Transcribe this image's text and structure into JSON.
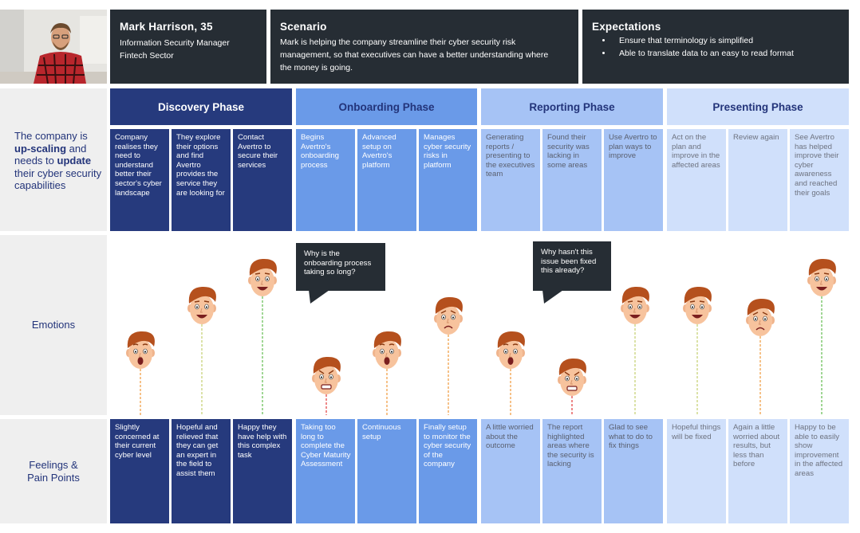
{
  "persona": {
    "photo_alt": "Mark Harrison photo",
    "name": "Mark Harrison, 35",
    "role": "Information Security Manager",
    "sector": "Fintech Sector"
  },
  "scenario": {
    "title": "Scenario",
    "text": "Mark is helping the company streamline their cyber security risk management, so that executives can have a better understanding where the money is going."
  },
  "expectations": {
    "title": "Expectations",
    "items": [
      "Ensure that terminology is simplified",
      "Able to translate data to an easy to read format"
    ]
  },
  "sidebar": {
    "goal_parts": [
      "The company is ",
      "up-scaling",
      " and needs to ",
      "update",
      " their cyber security capabilities"
    ],
    "emotions": "Emotions",
    "feelings": "Feelings & Pain Points"
  },
  "phases": [
    {
      "name": "Discovery Phase",
      "actions": [
        "Company realises they need to understand better their sector's cyber landscape",
        "They explore their options and find Avertro provides the service they are looking for",
        "Contact Avertro to secure their services"
      ],
      "feelings": [
        "Slightly concerned at their current cyber level",
        "Hopeful and relieved that they can get an expert in the field to assist them",
        "Happy they have help with this complex task"
      ]
    },
    {
      "name": "Onboarding Phase",
      "actions": [
        "Begins Avertro's onboarding process",
        "Advanced setup on Avertro's platform",
        "Manages cyber security risks in platform"
      ],
      "feelings": [
        "Taking too long to complete the Cyber Maturity Assessment",
        "Continuous setup",
        "Finally setup to monitor the cyber security of the company"
      ]
    },
    {
      "name": "Reporting Phase",
      "actions": [
        "Generating reports / presenting to the executives team",
        "Found their security was lacking in some areas",
        "Use Avertro to plan ways to improve"
      ],
      "feelings": [
        "A little worried about the outcome",
        "The report highlighted areas where the security is lacking",
        "Glad to see what to do to fix things"
      ]
    },
    {
      "name": "Presenting Phase",
      "actions": [
        "Act on the plan and improve in the affected areas",
        "Review again",
        "See Avertro has helped improve their cyber awareness and reached their goals"
      ],
      "feelings": [
        "Hopeful things will be fixed",
        "Again a little worried about results, but less than before",
        "Happy to be able to easily show improvement in the affected areas"
      ]
    }
  ],
  "bubbles": [
    "Why is the onboarding process taking so long?",
    "Why hasn't this issue been fixed this already?"
  ],
  "emotion_faces": [
    {
      "mood": "shocked",
      "line_color": "#f0a24a"
    },
    {
      "mood": "happy",
      "line_color": "#c8d27a"
    },
    {
      "mood": "happy",
      "line_color": "#6cbf5a"
    },
    {
      "mood": "angry",
      "line_color": "#e34848"
    },
    {
      "mood": "shocked",
      "line_color": "#f0a24a"
    },
    {
      "mood": "sad",
      "line_color": "#f0a24a"
    },
    {
      "mood": "shocked",
      "line_color": "#f0a24a"
    },
    {
      "mood": "angry",
      "line_color": "#e34848"
    },
    {
      "mood": "happy",
      "line_color": "#c8d27a"
    },
    {
      "mood": "happy",
      "line_color": "#c8d27a"
    },
    {
      "mood": "sad",
      "line_color": "#f0a24a"
    },
    {
      "mood": "happy",
      "line_color": "#6cbf5a"
    }
  ],
  "colors": {
    "dark": "#262d34",
    "discovery": "#263a7d",
    "onboarding": "#6a9ae8",
    "reporting": "#a6c3f5",
    "presenting": "#d0e0fb",
    "sidebar_text": "#23347a"
  }
}
